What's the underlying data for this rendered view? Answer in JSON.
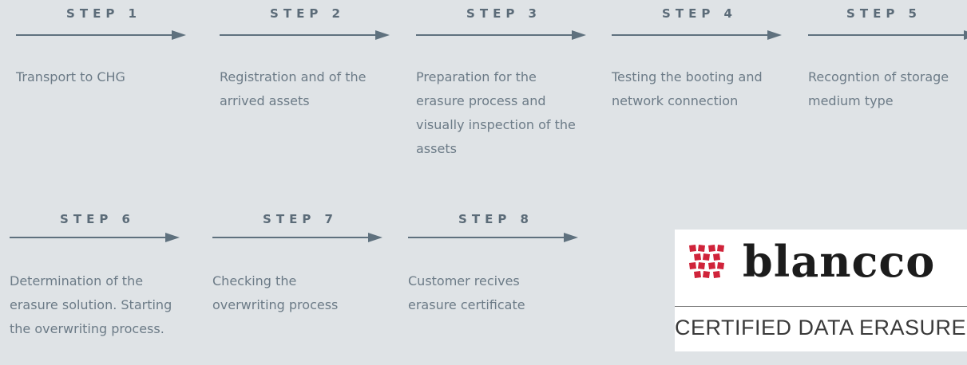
{
  "steps": [
    {
      "label": "STEP 1",
      "text": "Transport to CHG"
    },
    {
      "label": "STEP 2",
      "text": "Registration and of the arrived assets"
    },
    {
      "label": "STEP 3",
      "text": "Preparation for the erasure process and visually inspection of the assets"
    },
    {
      "label": "STEP 4",
      "text": "Testing the booting and network connection"
    },
    {
      "label": "STEP 5",
      "text": "Recogntion of storage medium type"
    },
    {
      "label": "STEP 6",
      "text": "Determination of the erasure solution. Starting the overwriting process."
    },
    {
      "label": "STEP 7",
      "text": "Checking the overwriting process"
    },
    {
      "label": "STEP 8",
      "text": "Customer recives erasure certificate"
    }
  ],
  "logo": {
    "wordmark": "blancco",
    "tagline": "CERTIFIED DATA ERASURE",
    "mark_icon": "blancco-checker-icon"
  },
  "colors": {
    "background": "#dfe3e6",
    "arrow": "#5f717e",
    "label": "#5b6b78",
    "text": "#6c7b87",
    "brand_red": "#d0233a"
  }
}
